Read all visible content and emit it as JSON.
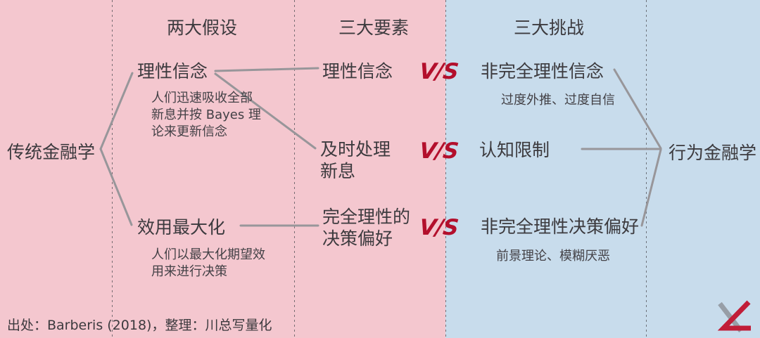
{
  "colors": {
    "pink_bg": "#f4c7cf",
    "blue_bg": "#c8dcec",
    "vs_red": "#b30f2c",
    "logo_red": "#c11d38",
    "line_gray": "#98969a",
    "text_dark": "#3c3a3e"
  },
  "headers": {
    "assumptions": "两大假设",
    "elements": "三大要素",
    "challenges": "三大挑战"
  },
  "nodes": {
    "traditional": "传统金融学",
    "behavioral": "行为金融学"
  },
  "assumptions": [
    {
      "label": "理性信念",
      "note": "人们迅速吸收全部\n新息并按 Bayes 理\n论来更新信念"
    },
    {
      "label": "效用最大化",
      "note": "人们以最大化期望效\n用来进行决策"
    }
  ],
  "elements": [
    {
      "label": "理性信念"
    },
    {
      "label": "及时处理\n新息"
    },
    {
      "label": "完全理性的\n决策偏好"
    }
  ],
  "challenges": [
    {
      "label": "非完全理性信念",
      "note": "过度外推、过度自信"
    },
    {
      "label": "认知限制"
    },
    {
      "label": "非完全理性决策偏好",
      "note": "前景理论、模糊厌恶"
    }
  ],
  "vs_label": "V/S",
  "footer": "出处：Barberis (2018)，整理：川总写量化",
  "icons": {
    "logo": "chuanzong-quant-brand-logo"
  }
}
